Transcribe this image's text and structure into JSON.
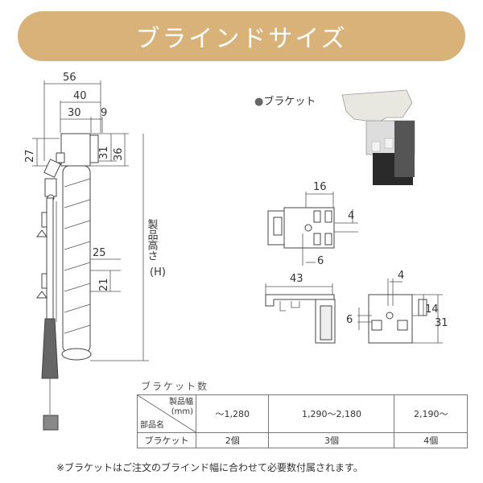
{
  "banner": {
    "title": "ブラインドサイズ"
  },
  "left_view": {
    "dims": {
      "width_56": "56",
      "width_40": "40",
      "width_30": "30",
      "width_9": "9",
      "height_27": "27",
      "height_31": "31",
      "height_36": "36",
      "slat_25": "25",
      "slat_21": "21"
    },
    "height_label": "製品高さ",
    "height_symbol": "(H)"
  },
  "bracket": {
    "heading": "ブラケット",
    "dims": {
      "top_16": "16",
      "side_4": "4",
      "bottom_6": "6",
      "front_43": "43",
      "right_4": "4",
      "right_14": "14",
      "right_31": "31",
      "right_6": "6"
    }
  },
  "table": {
    "caption": "ブラケット数",
    "corner_top": "製品幅\n(mm)",
    "corner_bottom": "部品名",
    "columns": [
      "〜1,280",
      "1,290〜2,180",
      "2,190〜"
    ],
    "row_label": "ブラケット",
    "row_values": [
      "2個",
      "3個",
      "4個"
    ]
  },
  "footnote": "※ブラケットはご注文のブラインド幅に合わせて必要数付属されます。",
  "colors": {
    "banner": "#d9b27a"
  }
}
